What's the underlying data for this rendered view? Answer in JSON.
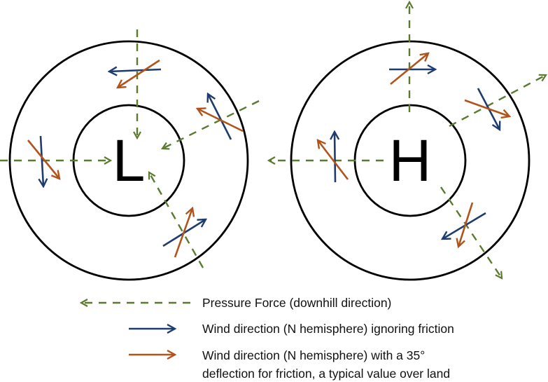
{
  "systems": {
    "low": {
      "label": "L"
    },
    "high": {
      "label": "H"
    }
  },
  "legend": {
    "pressure_label": "Pressure Force (downhill direction)",
    "wind_no_friction_label": "Wind direction (N hemisphere) ignoring friction",
    "wind_friction_label_line1": "Wind direction (N hemisphere) with a 35°",
    "wind_friction_label_line2": "deflection for friction, a typical value over land"
  },
  "colors": {
    "pressure": "#5a7a2e",
    "wind_no_friction": "#1f3c6e",
    "wind_friction": "#b0541c",
    "isobar": "#000000"
  }
}
